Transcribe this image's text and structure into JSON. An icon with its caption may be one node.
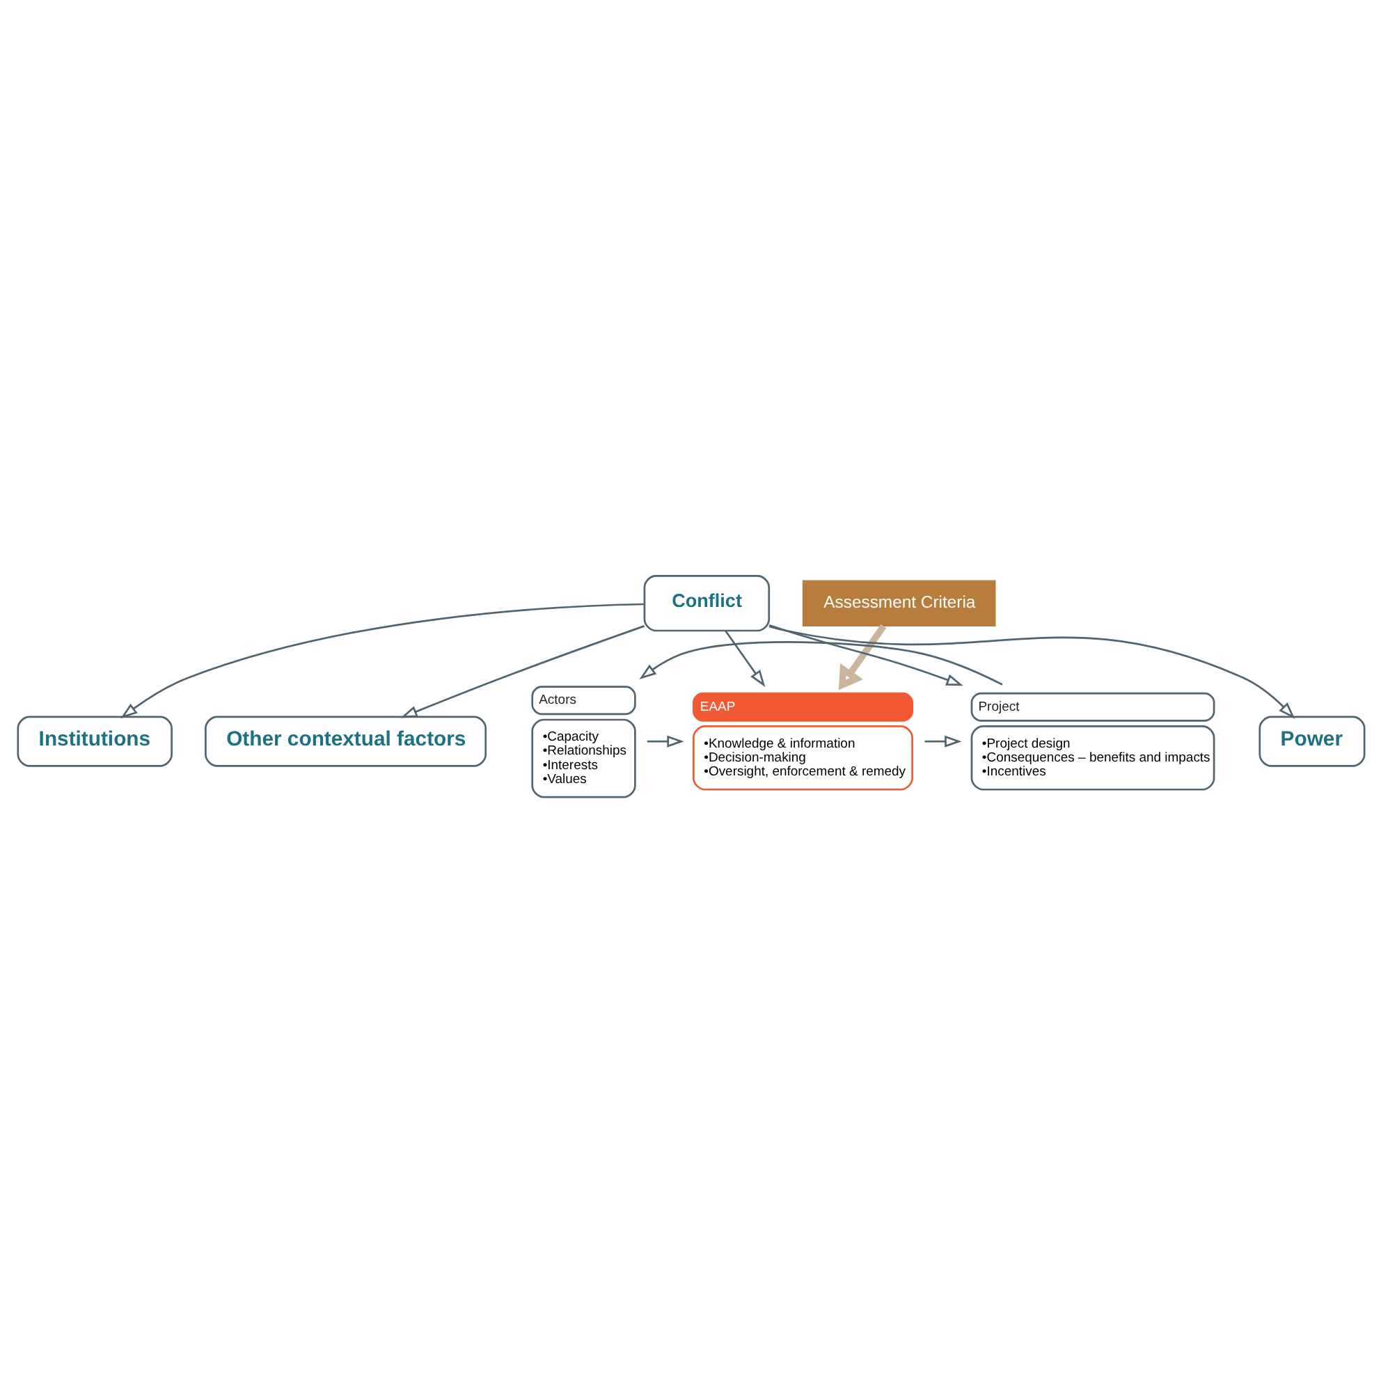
{
  "diagram": {
    "nodes": [
      {
        "text": [
          "Institutions"
        ]
      },
      {
        "text": [
          "Power"
        ]
      },
      {
        "text": [
          "Other contextual factors"
        ]
      },
      {
        "text": [
          "Assessment Criteria"
        ]
      },
      {
        "text": [
          "Actors",
          "•Capacity",
          "•Relationships",
          "•Interests",
          "•Values"
        ]
      },
      {
        "text": [
          "EAAP",
          "•Knowledge & information",
          "•Decision-making",
          "•Oversight, enforcement & remedy"
        ]
      },
      {
        "text": [
          "Project",
          "•Project design",
          "•Consequences – benefits and impacts",
          "•Incentives"
        ]
      },
      {
        "text": [
          "Conflict"
        ]
      }
    ],
    "edges": [
      {
        "from": 3,
        "to": 5,
        "arrow": "to",
        "style": "thick",
        "color": "#c9b59e"
      },
      {
        "from": 4,
        "to": 5,
        "arrow": "to"
      },
      {
        "from": 5,
        "to": 6,
        "arrow": "to"
      },
      {
        "from": 6,
        "to": 4,
        "arrow": "to"
      },
      {
        "from": 7,
        "to": 5,
        "arrow": "to"
      },
      {
        "from": 7,
        "to": 6,
        "arrow": "to"
      },
      {
        "from": 7,
        "to": 0,
        "arrow": "to"
      },
      {
        "from": 7,
        "to": 1,
        "arrow": "to"
      },
      {
        "from": 7,
        "to": 2,
        "arrow": "to"
      }
    ]
  }
}
